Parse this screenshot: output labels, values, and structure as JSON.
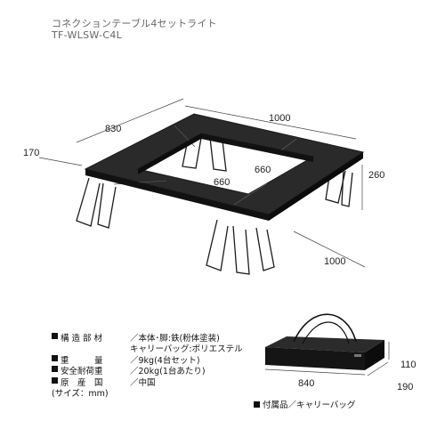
{
  "header": {
    "product_name": "コネクションテーブル4セットライト",
    "model_code": "TF-WLSW-C4L"
  },
  "diagram": {
    "dims": {
      "depth_outer": "830",
      "width_outer": "1000",
      "side_width": "170",
      "inner_left": "660",
      "inner_right": "660",
      "height": "260",
      "front_length": "1000"
    },
    "bag_dims": {
      "length": "840",
      "height": "110",
      "depth": "190"
    },
    "colors": {
      "table": "#1c1c1c",
      "bag": "#151515",
      "line": "#333333"
    }
  },
  "specs": {
    "structure_label": "構 造 部 材",
    "structure_value_1": "／本体･脚:鉄(粉体塗装)",
    "structure_value_2": "キャリーバッグ:ポリエステル",
    "weight_label": "重　　　量",
    "weight_value": "／9kg(4台セット)",
    "load_label": "安全耐荷重",
    "load_value": "／20kg(1台あたり)",
    "origin_label": "原　産　国",
    "origin_value": "／中国",
    "size_note": "(サイズ：mm)"
  },
  "accessories": {
    "text": "付属品／キャリーバッグ"
  }
}
